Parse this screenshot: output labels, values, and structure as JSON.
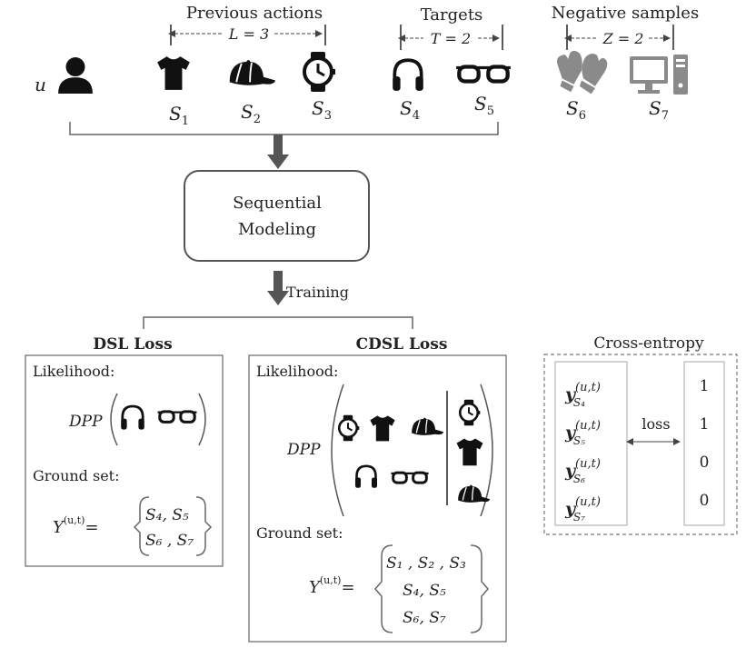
{
  "header": {
    "previous_actions": "Previous actions",
    "targets": "Targets",
    "negative_samples": "Negative samples",
    "L_label": "L = 3",
    "T_label": "T = 2",
    "Z_label": "Z = 2"
  },
  "user_label": "u",
  "items": [
    {
      "icon": "tshirt-icon",
      "label": "S",
      "sub": "1"
    },
    {
      "icon": "cap-icon",
      "label": "S",
      "sub": "2"
    },
    {
      "icon": "watch-icon",
      "label": "S",
      "sub": "3"
    },
    {
      "icon": "headphones-icon",
      "label": "S",
      "sub": "4"
    },
    {
      "icon": "glasses-icon",
      "label": "S",
      "sub": "5"
    },
    {
      "icon": "mittens-icon",
      "label": "S",
      "sub": "6"
    },
    {
      "icon": "computer-icon",
      "label": "S",
      "sub": "7"
    }
  ],
  "model": {
    "line1": "Sequential",
    "line2": "Modeling"
  },
  "training_label": "Training",
  "dsl": {
    "title": "DSL Loss",
    "likelihood": "Likelihood:",
    "dpp": "DPP",
    "ground_set": "Ground set:",
    "Y": "Y",
    "sup": "(u,t)",
    "row1": "S₄, S₅",
    "row2": "S₆ , S₇"
  },
  "cdsl": {
    "title": "CDSL Loss",
    "likelihood": "Likelihood:",
    "dpp": "DPP",
    "ground_set": "Ground set:",
    "Y": "Y",
    "sup": "(u,t)",
    "row1": "S₁ , S₂ , S₃",
    "row2": "S₄, S₅",
    "row3": "S₆, S₇"
  },
  "cross_entropy": {
    "title": "Cross-entropy",
    "loss_label": "loss",
    "y": "y",
    "sup": "(u,t)",
    "rows": [
      {
        "sub": "S₄",
        "value": "1"
      },
      {
        "sub": "S₅",
        "value": "1"
      },
      {
        "sub": "S₆",
        "value": "0"
      },
      {
        "sub": "S₇",
        "value": "0"
      }
    ]
  }
}
